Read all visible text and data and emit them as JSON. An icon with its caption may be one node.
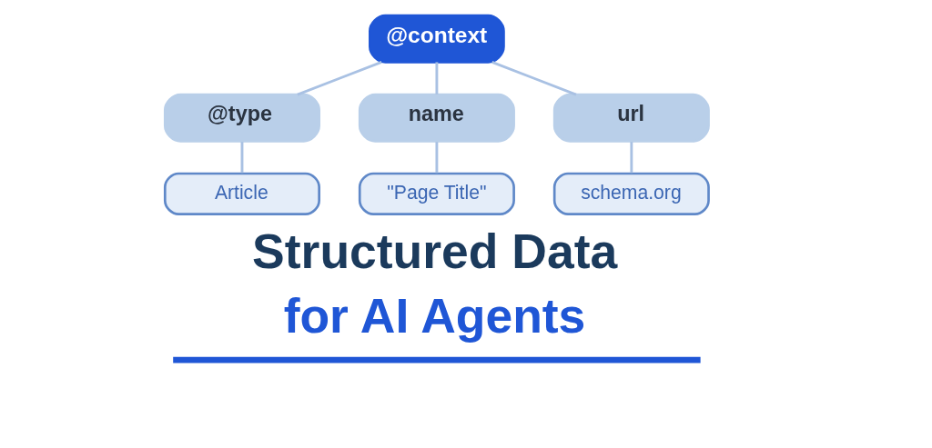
{
  "diagram": {
    "title": "Structured Data for AI Agents",
    "nodes": [
      {
        "text": [
          "@context"
        ]
      },
      {
        "text": [
          "@type"
        ]
      },
      {
        "text": [
          "name"
        ]
      },
      {
        "text": [
          "url"
        ]
      },
      {
        "text": [
          "Article"
        ]
      },
      {
        "text": [
          "\"Page Title\""
        ]
      },
      {
        "text": [
          "schema.org"
        ]
      }
    ],
    "edges": [
      {
        "from": 0,
        "to": 1,
        "arrow": "none"
      },
      {
        "from": 0,
        "to": 2,
        "arrow": "none"
      },
      {
        "from": 0,
        "to": 3,
        "arrow": "none"
      },
      {
        "from": 1,
        "to": 4,
        "arrow": "none"
      },
      {
        "from": 2,
        "to": 5,
        "arrow": "none"
      },
      {
        "from": 3,
        "to": 6,
        "arrow": "none"
      }
    ]
  }
}
